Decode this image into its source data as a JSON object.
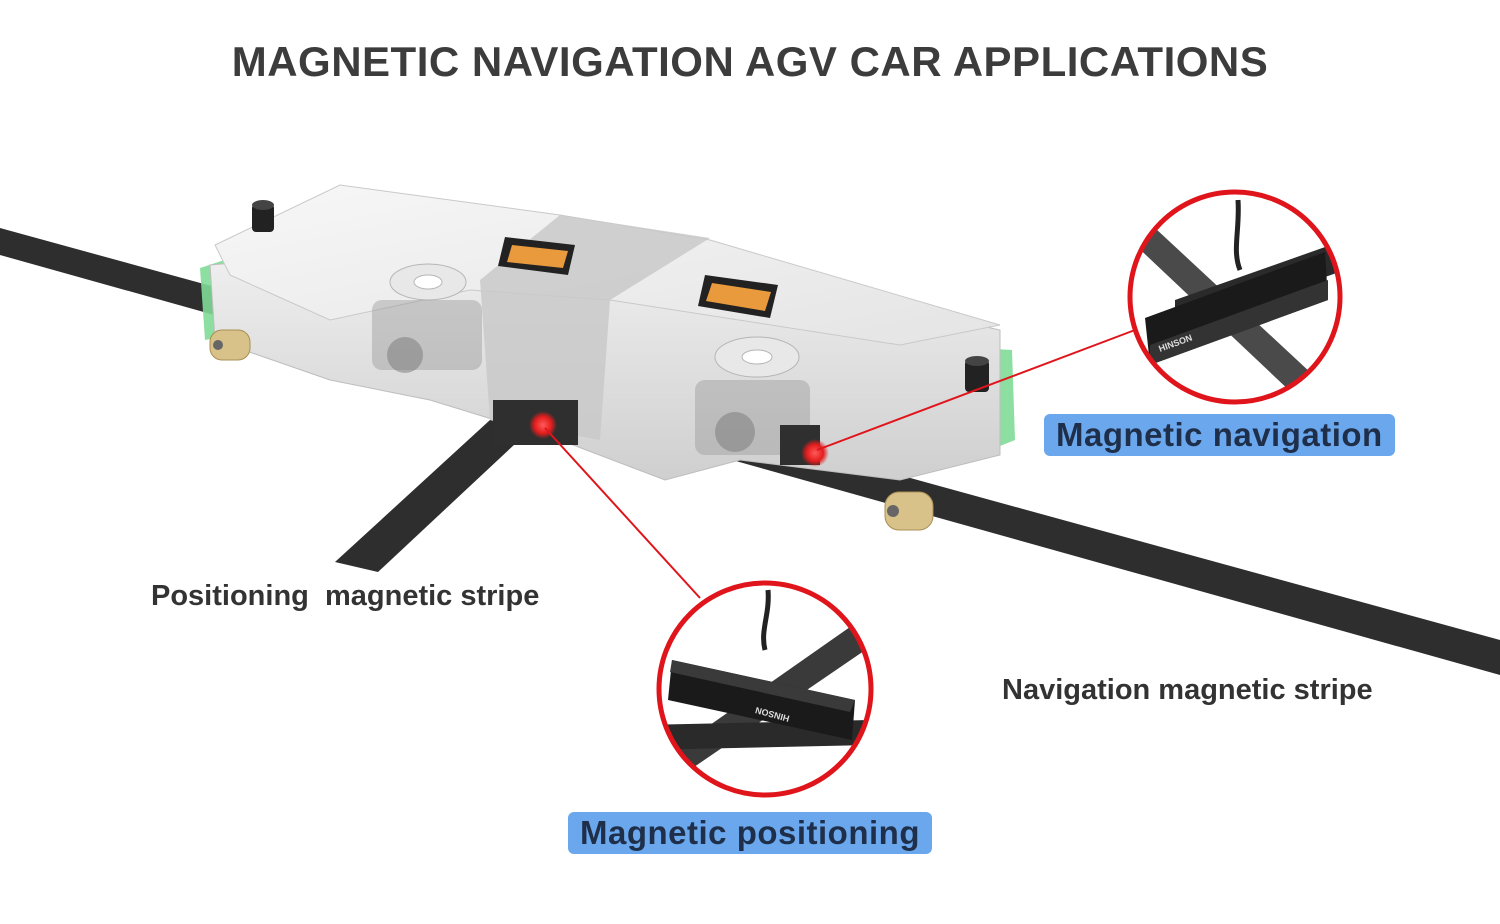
{
  "title": "MAGNETIC NAVIGATION AGV CAR APPLICATIONS",
  "labels": {
    "positioning_stripe": "Positioning  magnetic stripe",
    "navigation_stripe": "Navigation magnetic stripe"
  },
  "callouts": {
    "navigation": "Magnetic navigation",
    "positioning": "Magnetic positioning"
  },
  "sensor_brand": "HINSON",
  "colors": {
    "stripe": "#2e2e2e",
    "callout_ring": "#e0151b",
    "callout_bg": "#6aa7ec",
    "bumper": "#7fdc97",
    "body": "#dcdcdc"
  }
}
